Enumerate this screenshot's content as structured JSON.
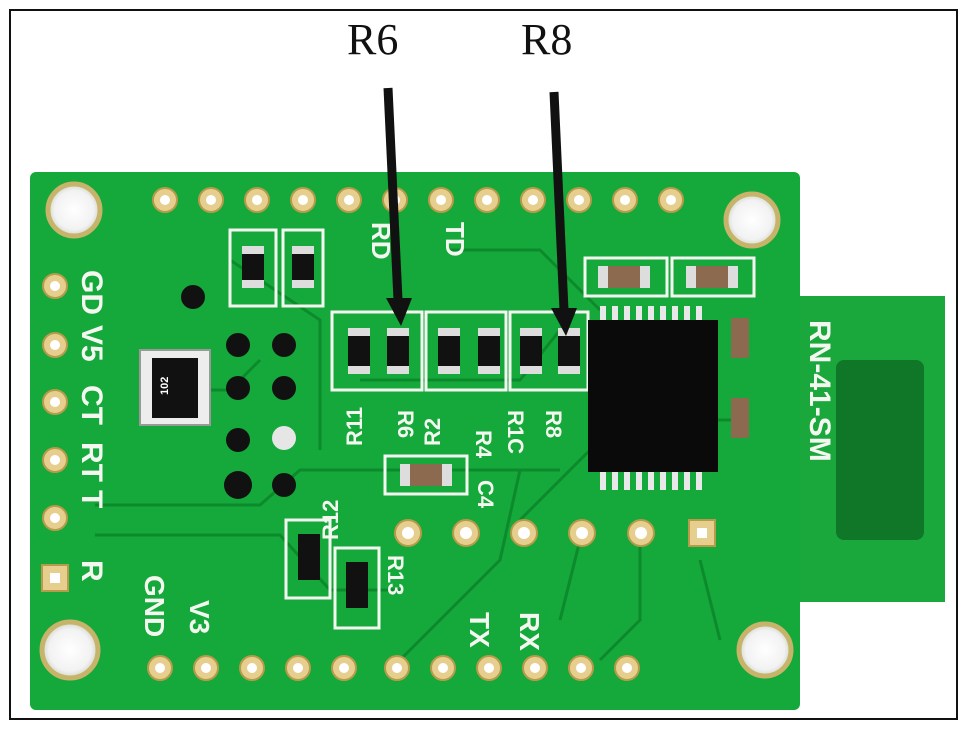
{
  "callouts": {
    "r6": "R6",
    "r8": "R8"
  },
  "board": {
    "module_label": "RN-41-SM",
    "left_pins": [
      "GD",
      "V5",
      "CT",
      "RT",
      "T",
      "R"
    ],
    "bottom_labels": [
      "GND",
      "V3",
      "TX",
      "RX"
    ],
    "top_labels": [
      "RD",
      "TD"
    ],
    "component_labels": [
      "R11",
      "R6",
      "R2",
      "R1C",
      "R8",
      "R12",
      "R13",
      "C4",
      "R4"
    ],
    "resistor_code": "102",
    "colors": {
      "pcb": "#12a33a",
      "pcb_dark": "#0b7a28",
      "silkscreen": "#f3f7f0",
      "pad": "#e6cf8e",
      "chip": "#0a0a0a"
    }
  }
}
